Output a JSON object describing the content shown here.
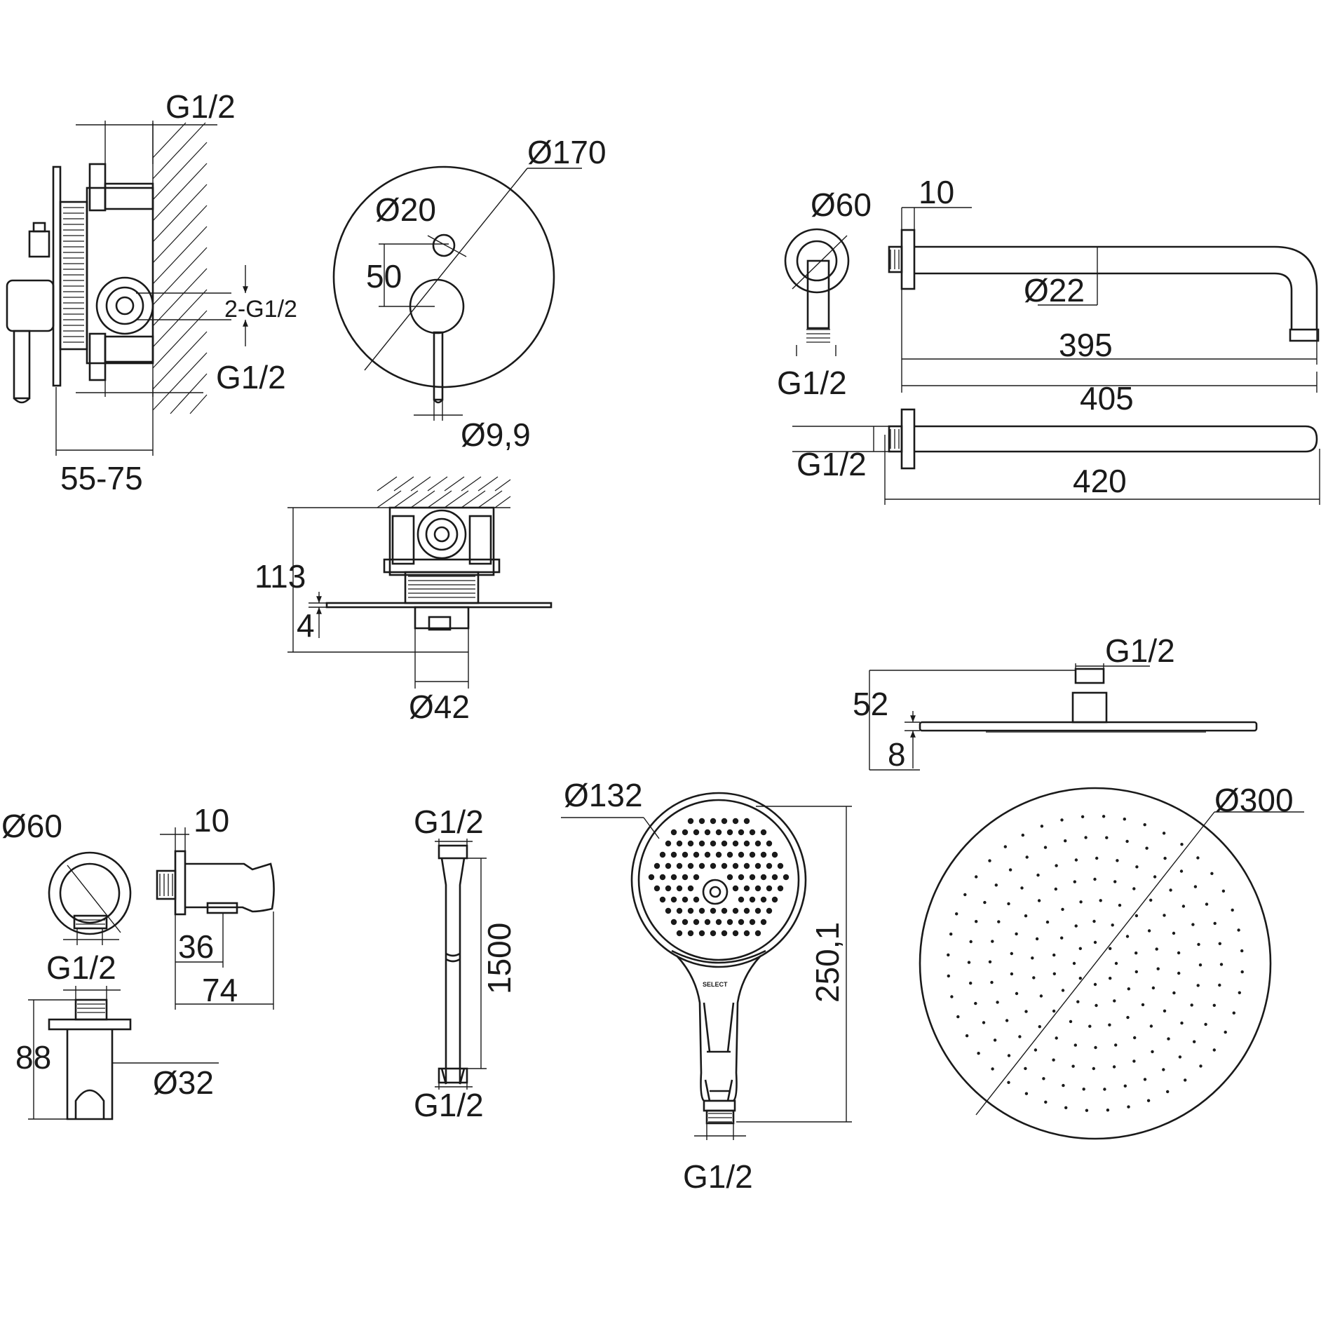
{
  "labels": {
    "mixer_side_top_thread": "G1/2",
    "mixer_side_mid_thread": "2-G1/2",
    "mixer_side_bottom_thread": "G1/2",
    "mixer_side_depth": "55-75",
    "plate_diameter": "Ø170",
    "handle_diameter": "Ø20",
    "handle_spacing": "50",
    "lever_diameter": "Ø9,9",
    "box_height": "113",
    "plate_thickness": "4",
    "body_diameter": "Ø42",
    "arm_flange_diameter": "Ø60",
    "arm_flange_depth": "10",
    "arm_tube_diameter": "Ø22",
    "arm_inlet_thread": "G1/2",
    "arm_length_inner": "395",
    "arm_length_outer": "405",
    "arm_top_thread": "G1/2",
    "arm_total_length": "420",
    "head_inlet_thread": "G1/2",
    "head_height": "52",
    "head_thickness": "8",
    "head_diameter": "Ø300",
    "holder_flange_diameter": "Ø60",
    "holder_depth": "10",
    "holder_thread": "G1/2",
    "holder_offset": "36",
    "holder_length": "74",
    "holder_height": "88",
    "holder_cradle_diameter": "Ø32",
    "hose_top_thread": "G1/2",
    "hose_length": "1500",
    "hose_bottom_thread": "G1/2",
    "hand_shower_diameter": "Ø132",
    "hand_shower_length": "250,1",
    "hand_shower_thread": "G1/2",
    "hand_shower_brand": "SELECT"
  }
}
